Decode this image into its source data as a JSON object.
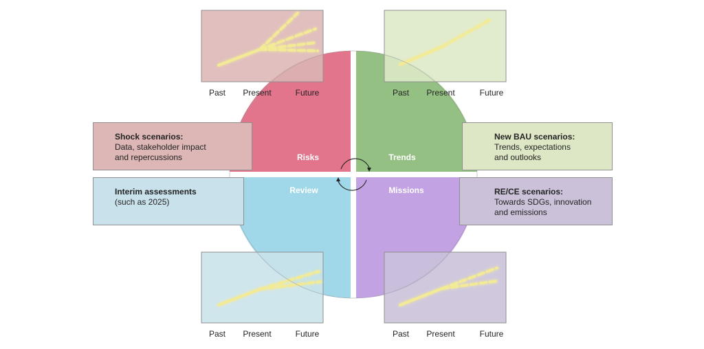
{
  "quadrants": {
    "risks": {
      "label": "Risks",
      "color": "#e2758b"
    },
    "trends": {
      "label": "Trends",
      "color": "#94c183"
    },
    "review": {
      "label": "Review",
      "color": "#a0d8ea"
    },
    "missions": {
      "label": "Missions",
      "color": "#c2a2e2"
    }
  },
  "boxes": {
    "shock": {
      "title": "Shock scenarios:",
      "line1": "Data, stakeholder impact",
      "line2": "and repercussions",
      "color": "#dcb7b6"
    },
    "interim": {
      "title": "Interim assessments",
      "line1": "(such as 2025)",
      "color": "#c8e1ea"
    },
    "bau": {
      "title": "New BAU scenarios:",
      "line1": "Trends, expectations",
      "line2": "and outlooks",
      "color": "#dde7c6"
    },
    "rece": {
      "title": "RE/CE scenarios:",
      "line1": "Towards SDGs, innovation",
      "line2": "and emissions",
      "color": "#cbc2da"
    }
  },
  "timeline_labels": {
    "past": "Past",
    "present": "Present",
    "future": "Future"
  },
  "panels": {
    "risks": {
      "color": "#dcb6b5",
      "future_paths": 4
    },
    "trends": {
      "color": "#dde9c8",
      "future_paths": 1
    },
    "review": {
      "color": "#c9e2ea",
      "future_paths": 2
    },
    "missions": {
      "color": "#cac2da",
      "future_paths": 2
    }
  },
  "colors": {
    "trend_line": "#f3ea96",
    "cycle_arrow": "#222222"
  }
}
